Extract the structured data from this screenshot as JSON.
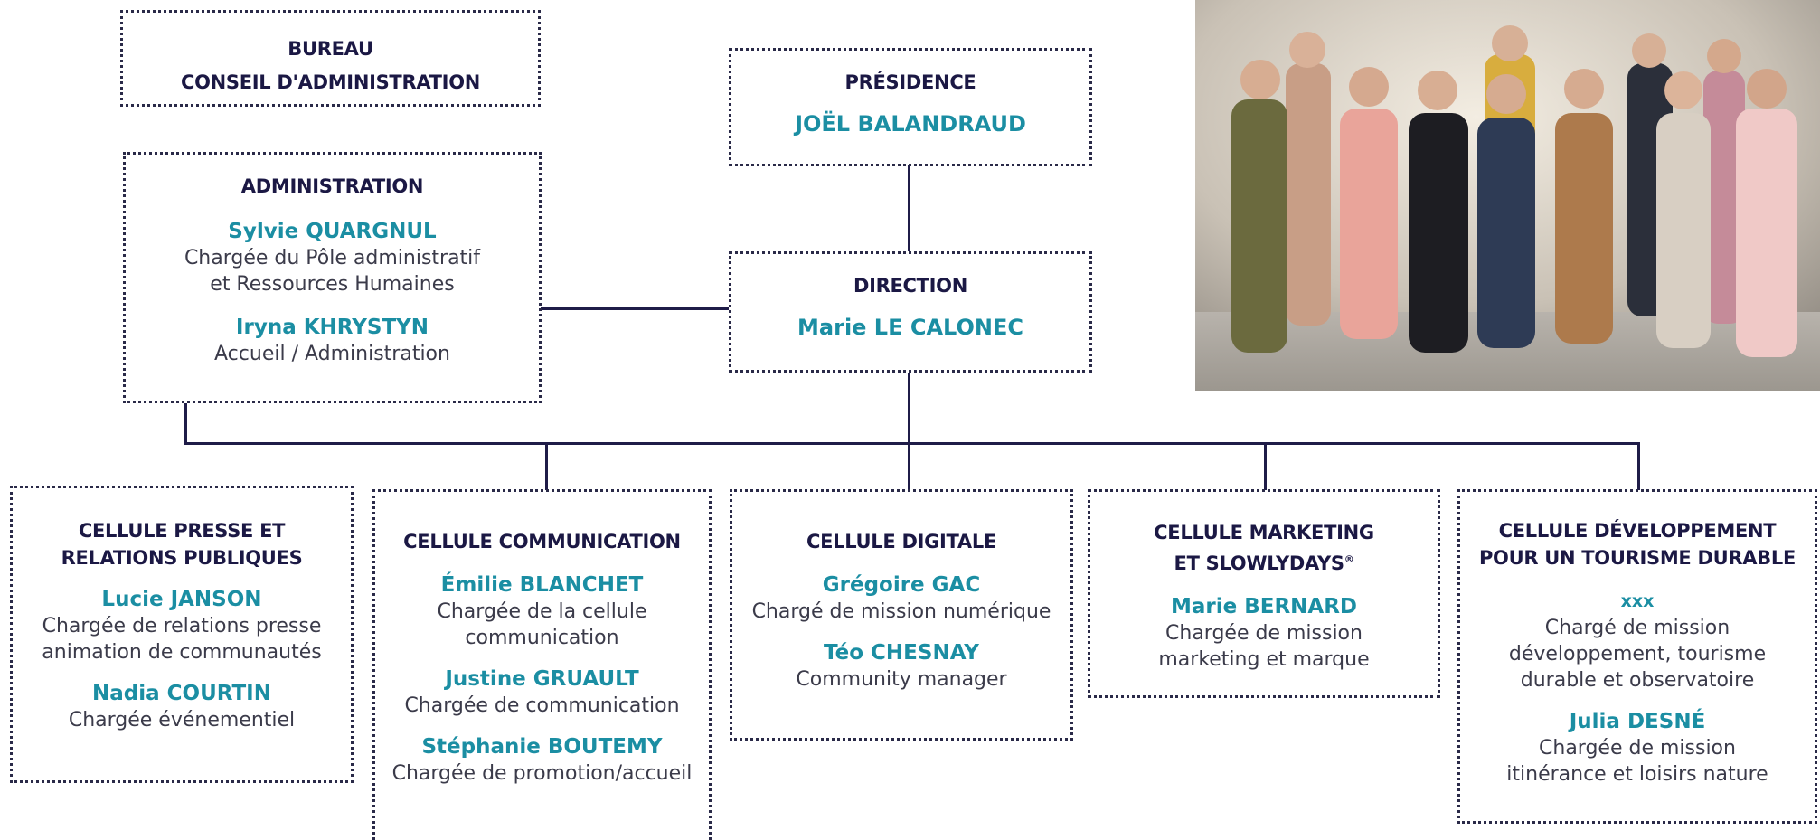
{
  "bureau": {
    "line1": "BUREAU",
    "line2": "CONSEIL D'ADMINISTRATION"
  },
  "presidence": {
    "title": "PRÉSIDENCE",
    "name": "JOËL BALANDRAUD"
  },
  "direction": {
    "title": "DIRECTION",
    "name": "Marie LE CALONEC"
  },
  "administration": {
    "title": "ADMINISTRATION",
    "members": [
      {
        "name": "Sylvie QUARGNUL",
        "role_line1": "Chargée du Pôle administratif",
        "role_line2": "et Ressources Humaines"
      },
      {
        "name": "Iryna KHRYSTYN",
        "role_line1": "Accueil / Administration"
      }
    ]
  },
  "cellules": [
    {
      "title_line1": "CELLULE PRESSE ET",
      "title_line2": "RELATIONS PUBLIQUES",
      "members": [
        {
          "name": "Lucie JANSON",
          "role_line1": "Chargée de relations presse",
          "role_line2": "animation de communautés"
        },
        {
          "name": "Nadia COURTIN",
          "role_line1": "Chargée événementiel"
        }
      ]
    },
    {
      "title_line1": "CELLULE COMMUNICATION",
      "members": [
        {
          "name": "Émilie BLANCHET",
          "role_line1": "Chargée de la cellule",
          "role_line2": "communication"
        },
        {
          "name": "Justine GRUAULT",
          "role_line1": "Chargée de communication"
        },
        {
          "name": "Stéphanie BOUTEMY",
          "role_line1": "Chargée de promotion/accueil"
        }
      ]
    },
    {
      "title_line1": "CELLULE DIGITALE",
      "members": [
        {
          "name": "Grégoire GAC",
          "role_line1": "Chargé de mission numérique"
        },
        {
          "name": "Téo CHESNAY",
          "role_line1": "Community manager"
        }
      ]
    },
    {
      "title_line1": "CELLULE MARKETING",
      "title_line2": "ET SLOWLYDAYS",
      "title_mark": "®",
      "members": [
        {
          "name": "Marie BERNARD",
          "role_line1": "Chargée de mission",
          "role_line2": "marketing et marque"
        }
      ]
    },
    {
      "title_line1": "CELLULE DÉVELOPPEMENT",
      "title_line2": "POUR UN TOURISME DURABLE",
      "members": [
        {
          "name": "xxx",
          "role_line1": "Chargé de mission",
          "role_line2": "développement, tourisme",
          "role_line3": "durable et observatoire"
        },
        {
          "name": "Julia DESNÉ",
          "role_line1": "Chargée de mission",
          "role_line2": "itinérance et loisirs nature"
        }
      ]
    }
  ],
  "colors": {
    "title": "#1b1844",
    "name": "#1b8ea3",
    "role": "#3b3b4a",
    "line": "#1f1c48"
  }
}
